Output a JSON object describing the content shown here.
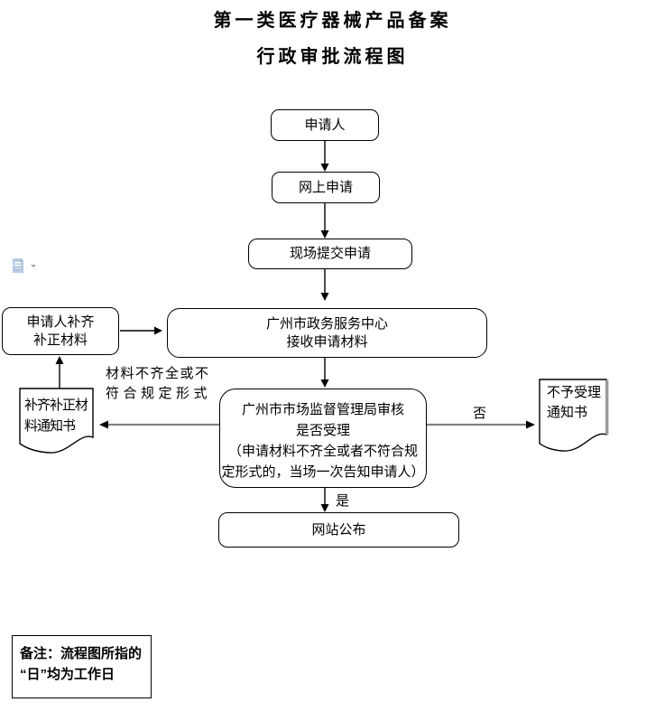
{
  "page": {
    "title_line1": "第一类医疗器械产品备案",
    "title_line2": "行政审批流程图"
  },
  "flowchart": {
    "nodes": {
      "applicant": "申请人",
      "online_application": "网上申请",
      "onsite_submission": "现场提交申请",
      "service_center_line1": "广州市政务服务中心",
      "service_center_line2": "接收申请材料",
      "review_line1": "广州市市场监督管理局审核",
      "review_line2": "是否受理",
      "review_line3": "（申请材料不齐全或者不符合规",
      "review_line4": "定形式的，当场一次告知申请人）",
      "supplement_line1": "申请人补齐",
      "supplement_line2": "补正材料",
      "supplement_notice_line1": "补齐补正材",
      "supplement_notice_line2": "料通知书",
      "rejection_notice_line1": "不予受理",
      "rejection_notice_line2": "通知书",
      "publish": "网站公布"
    },
    "edge_labels": {
      "incomplete_line1": "材料不齐全或不",
      "incomplete_line2": "符合规定形式",
      "no": "否",
      "yes": "是"
    }
  },
  "note": {
    "line1": "备注：流程图所指的",
    "line2": "“日”均为工作日"
  },
  "icons": {
    "paste_options": "paste-options-icon"
  },
  "colors": {
    "box_border": "#000000",
    "arrow_gray": "#808080",
    "arrowhead": "#000000",
    "paste_icon_blue": "#b9cce4",
    "background": "#ffffff",
    "text": "#000000"
  }
}
